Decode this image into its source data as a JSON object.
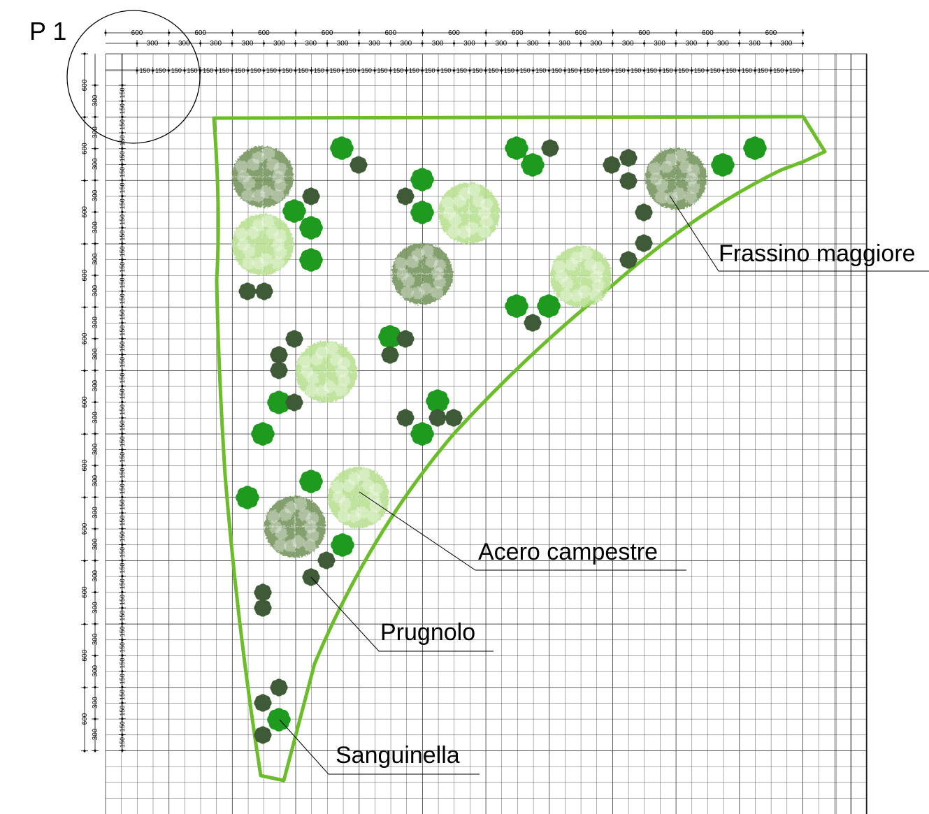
{
  "plan": {
    "title": "P 1",
    "dimension_labels": {
      "major": "600",
      "medium": "300",
      "minor": "150"
    },
    "labels": {
      "frassino": "Frassino maggiore",
      "acero": "Acero campestre",
      "prugnolo": "Prugnolo",
      "sanguinella": "Sanguinella"
    },
    "colors": {
      "boundary": "#6bbd2a",
      "frassino": "#6e8f56",
      "acero": "#b5df8d",
      "sanguinella": "#1e9a1e",
      "prugnolo": "#3e5a36",
      "grid": "#4a4a4a"
    }
  }
}
